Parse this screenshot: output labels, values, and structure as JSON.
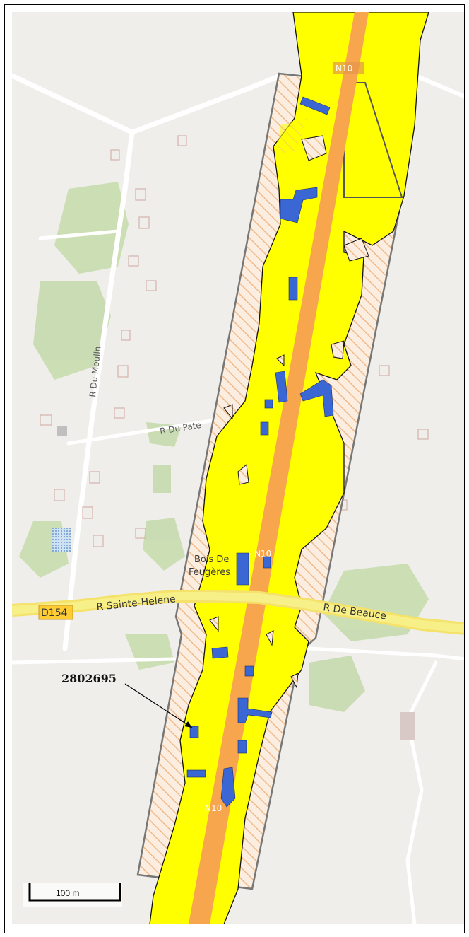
{
  "map": {
    "roads": {
      "d154_shield": "D154",
      "sainte_helene": "R Sainte-Helene",
      "de_beauce": "R De Beauce",
      "du_moulin": "R Du Moulin",
      "du_pate": "R Du Pate",
      "n10": "N10",
      "n10_mid": "N10",
      "n10_low": "N10"
    },
    "place": {
      "line1": "Bois De",
      "line2": "Feugères"
    },
    "annotation": {
      "parcel_id": "2802695"
    },
    "scale_bar": {
      "label": "100 m"
    },
    "colors": {
      "background": "#efeeea",
      "flood_zone": "#ffff00",
      "highway": "#f7a64d",
      "buildings_affected": "#3a67d4",
      "corridor_hatch": "#f3c79c",
      "vegetation": "#c9dcb1"
    }
  }
}
